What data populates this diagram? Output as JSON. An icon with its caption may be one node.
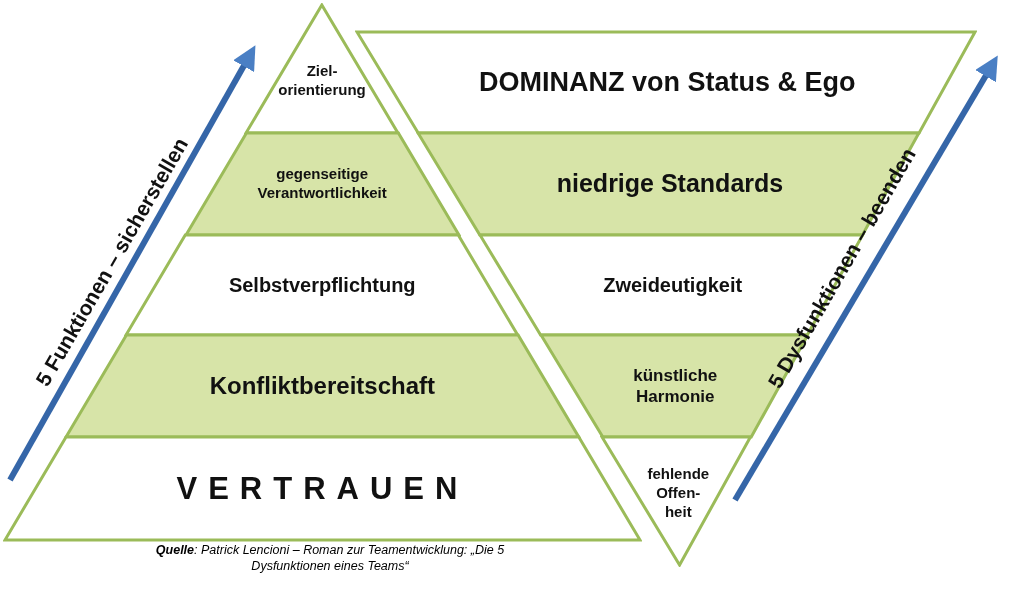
{
  "diagram": {
    "caption": "**Quelle**: Patrick Lencioni – Roman zur Teamentwicklung: „Die 5 Dysfunktionen eines Teams“",
    "nodes": [
      {
        "text": [
          "Ziel- orientierung"
        ]
      },
      {
        "text": [
          "gegenseitige Verantwortlichkeit"
        ]
      },
      {
        "text": [
          "Selbstverpflichtung"
        ]
      },
      {
        "text": [
          "Konfliktbereitschaft"
        ]
      },
      {
        "text": [
          "VERTRAUEN"
        ]
      },
      {
        "text": [
          "DOMINANZ von Status & Ego"
        ]
      },
      {
        "text": [
          "niedrige Standards"
        ]
      },
      {
        "text": [
          "Zweideutigkeit"
        ]
      },
      {
        "text": [
          "künstliche Harmonie"
        ]
      },
      {
        "text": [
          "fehlende Offen- heit"
        ]
      }
    ],
    "labels": [
      "5 Funktionen – sicherstellen",
      "5 Dysfunktionen – beenden"
    ]
  }
}
